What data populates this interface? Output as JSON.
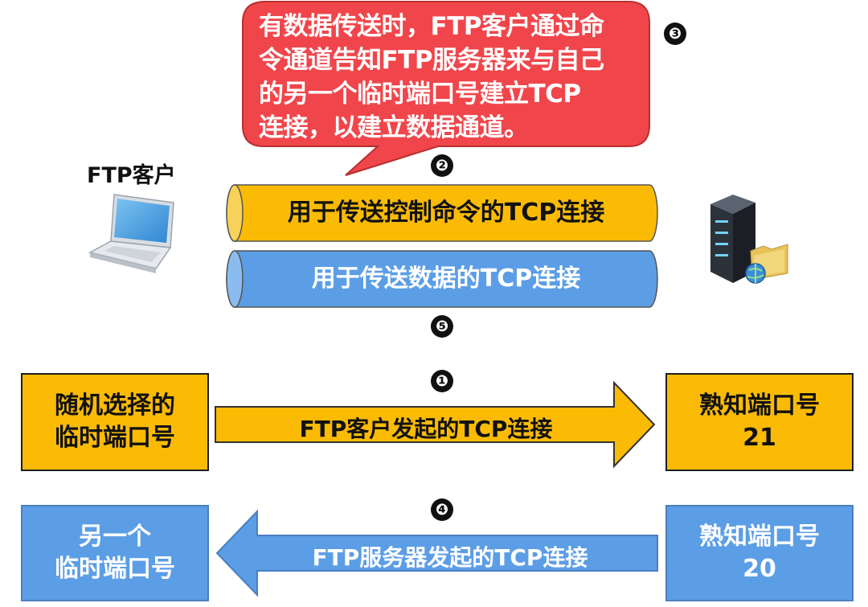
{
  "callout": {
    "lines": [
      "有数据传送时，FTP客户通过命",
      "令通道告知FTP服务器来与自己",
      "的另一个临时端口号建立TCP",
      "连接，以建立数据通道。"
    ],
    "color": "#f0464b"
  },
  "steps": {
    "s1": "❶",
    "s2": "❷",
    "s3": "❸",
    "s4": "❹",
    "s5": "❺"
  },
  "client": {
    "label": "FTP客户",
    "icon": "laptop-icon"
  },
  "server": {
    "icon": "server-icon"
  },
  "control_pipe": {
    "label": "用于传送控制命令的TCP连接",
    "color": "#fbbb05"
  },
  "data_pipe": {
    "label": "用于传送数据的TCP连接",
    "color": "#5c9ee6"
  },
  "client_random_port": {
    "line1": "随机选择的",
    "line2": "临时端口号"
  },
  "server_port_21": {
    "line1": "熟知端口号",
    "line2": "21"
  },
  "client_initiated": {
    "label": "FTP客户发起的TCP连接"
  },
  "client_temp_port": {
    "line1": "另一个",
    "line2": "临时端口号"
  },
  "server_port_20": {
    "line1": "熟知端口号",
    "line2": "20"
  },
  "server_initiated": {
    "label": "FTP服务器发起的TCP连接"
  }
}
